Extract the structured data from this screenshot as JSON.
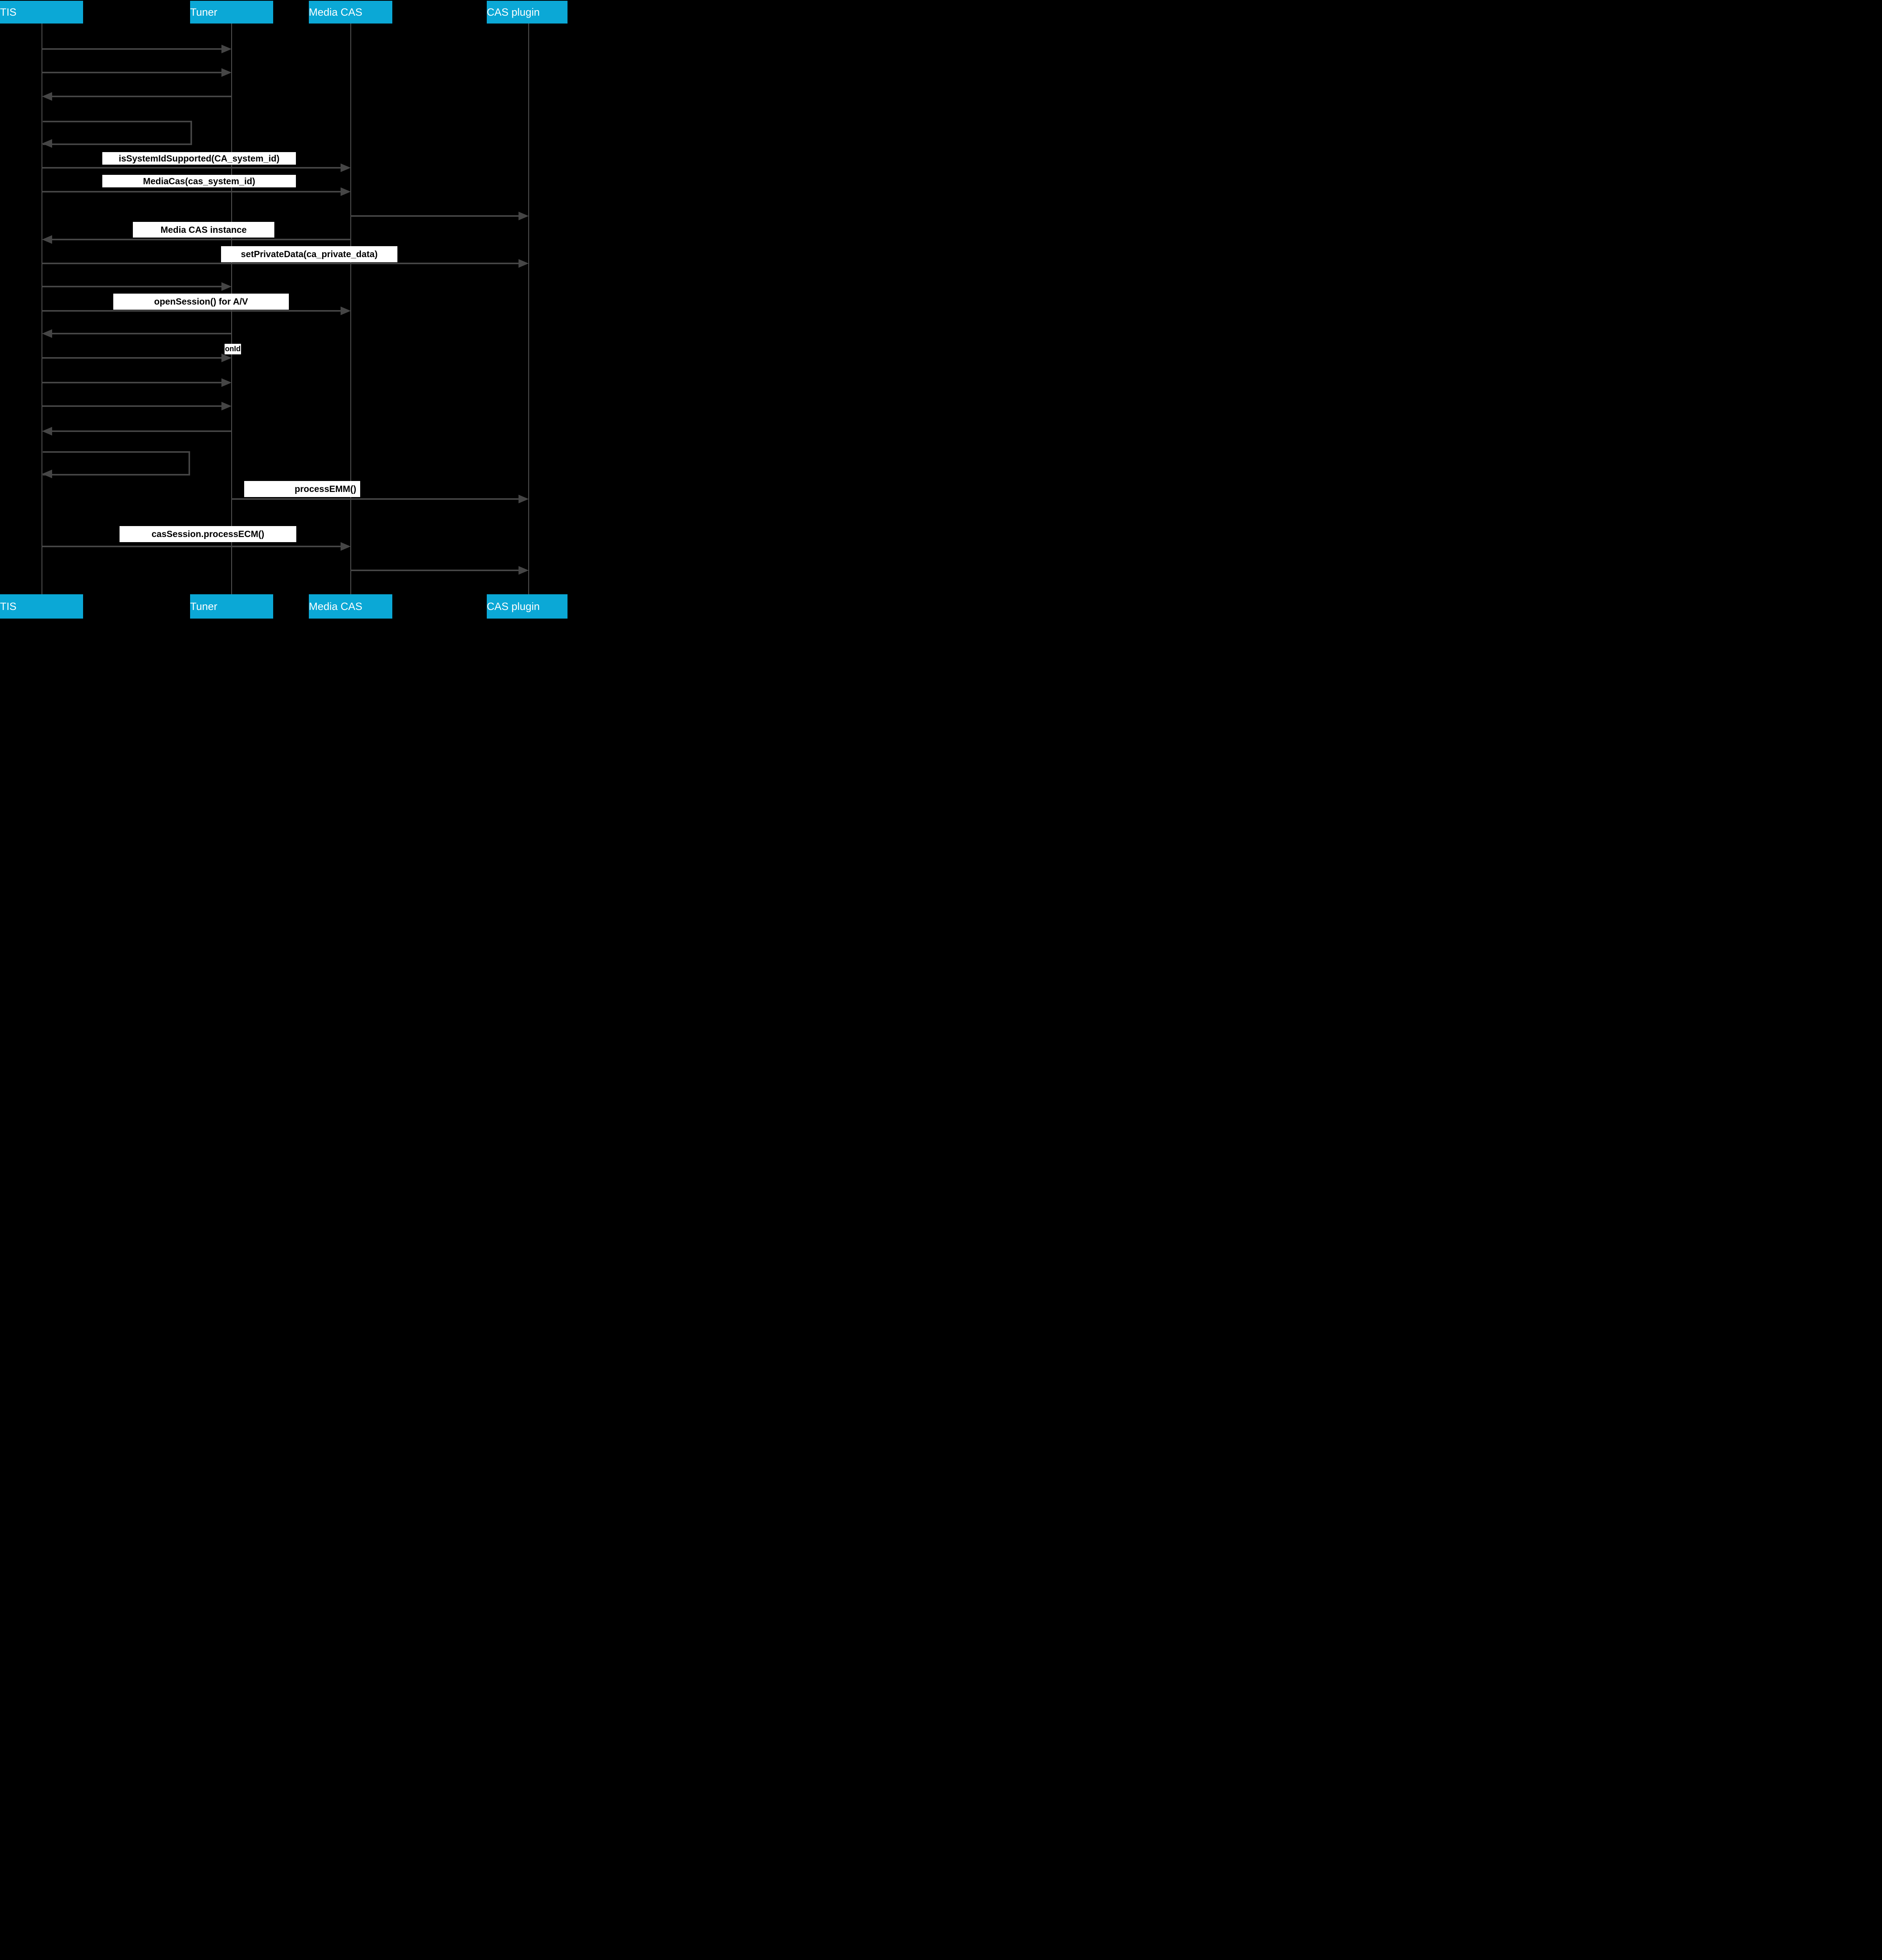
{
  "diagram": {
    "type": "sequence-diagram",
    "theme": {
      "background": "#000000",
      "participant_fill": "#0ba8d6",
      "participant_text": "#ffffff",
      "lifeline_color": "#565656",
      "arrow_color": "#454545",
      "label_bg": "#ffffff",
      "label_text": "#000000"
    }
  },
  "participants": [
    {
      "label": "TIS"
    },
    {
      "label": "Tuner"
    },
    {
      "label": "Media CAS"
    },
    {
      "label": "CAS plugin"
    }
  ],
  "messages": [
    {
      "from": "TIS",
      "to": "Tuner",
      "label": "",
      "type": "arrow"
    },
    {
      "from": "TIS",
      "to": "Tuner",
      "label": "",
      "type": "arrow"
    },
    {
      "from": "Tuner",
      "to": "TIS",
      "label": "",
      "type": "arrow"
    },
    {
      "from": "TIS",
      "to": "TIS",
      "label": "",
      "type": "self"
    },
    {
      "from": "TIS",
      "to": "Media CAS",
      "label": "isSystemIdSupported(CA_system_id)",
      "type": "arrow"
    },
    {
      "from": "TIS",
      "to": "Media CAS",
      "label": "MediaCas(cas_system_id)",
      "type": "arrow"
    },
    {
      "from": "Media CAS",
      "to": "CAS plugin",
      "label": "",
      "type": "arrow"
    },
    {
      "from": "Media CAS",
      "to": "TIS",
      "label": "Media CAS instance",
      "type": "arrow"
    },
    {
      "from": "TIS",
      "to": "CAS plugin",
      "label": "setPrivateData(ca_private_data)",
      "type": "arrow"
    },
    {
      "from": "TIS",
      "to": "Tuner",
      "label": "",
      "type": "arrow"
    },
    {
      "from": "TIS",
      "to": "Media CAS",
      "label": "openSession() for A/V",
      "type": "arrow"
    },
    {
      "from": "Tuner",
      "to": "TIS",
      "label": "",
      "type": "arrow"
    },
    {
      "from": "TIS",
      "to": "Tuner",
      "label": "onId",
      "type": "arrow"
    },
    {
      "from": "TIS",
      "to": "Tuner",
      "label": "",
      "type": "arrow"
    },
    {
      "from": "TIS",
      "to": "Tuner",
      "label": "",
      "type": "arrow"
    },
    {
      "from": "Tuner",
      "to": "TIS",
      "label": "",
      "type": "arrow"
    },
    {
      "from": "TIS",
      "to": "TIS",
      "label": "",
      "type": "self"
    },
    {
      "from": "Tuner",
      "to": "CAS plugin",
      "label": "processEMM()",
      "type": "arrow"
    },
    {
      "from": "TIS",
      "to": "Media CAS",
      "label": "casSession.processECM()",
      "type": "arrow"
    },
    {
      "from": "Media CAS",
      "to": "CAS plugin",
      "label": "",
      "type": "arrow"
    }
  ]
}
